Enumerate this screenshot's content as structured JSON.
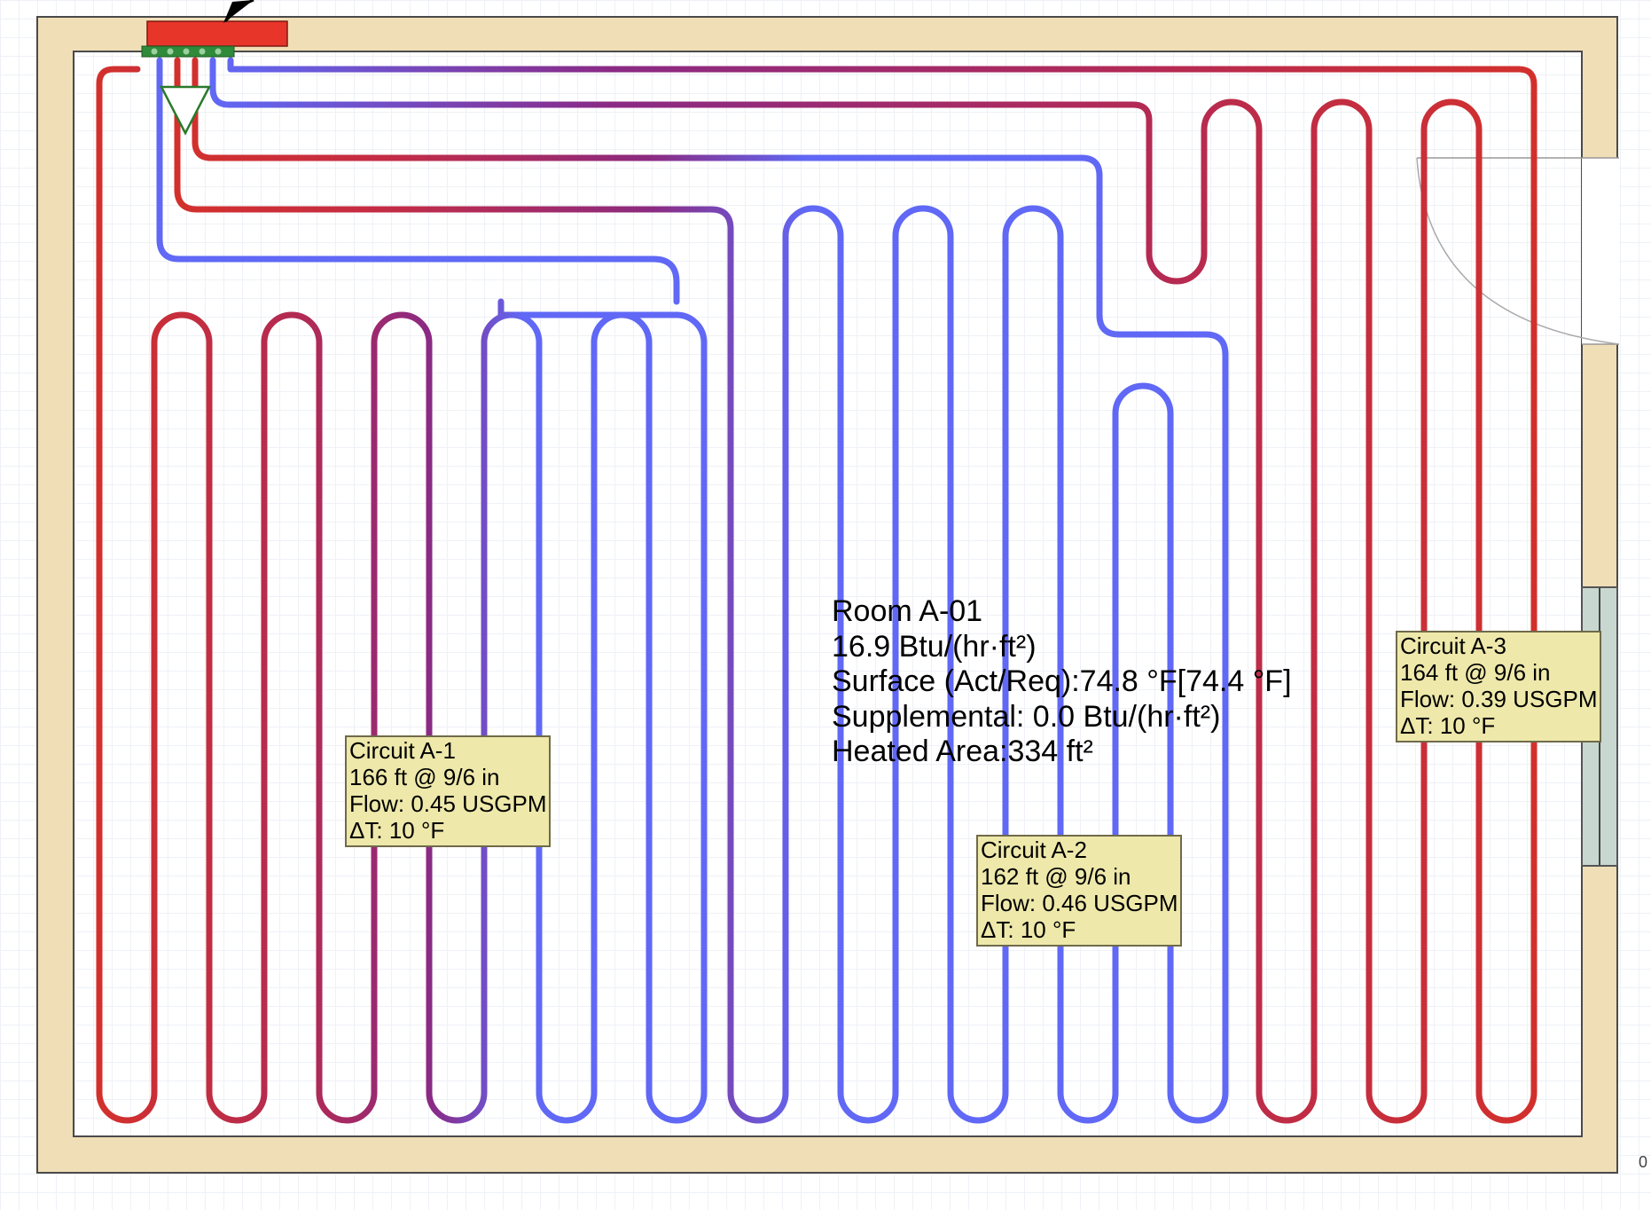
{
  "room": {
    "name": "Room A-01",
    "heat_flux": "16.9 Btu/(hr·ft²)",
    "surface_temp": "Surface (Act/Req):74.8 °F[74.4 °F]",
    "supplemental": "Supplemental: 0.0 Btu/(hr·ft²)",
    "heated_area": "Heated Area:334 ft²"
  },
  "circuits": [
    {
      "name": "Circuit A-1",
      "length": "166 ft @ 9/6 in",
      "flow": "Flow: 0.45 USGPM",
      "delta_t": "ΔT: 10 °F"
    },
    {
      "name": "Circuit A-2",
      "length": "162 ft @ 9/6 in",
      "flow": "Flow: 0.46 USGPM",
      "delta_t": "ΔT: 10 °F"
    },
    {
      "name": "Circuit A-3",
      "length": "164 ft @ 9/6 in",
      "flow": "Flow: 0.39 USGPM",
      "delta_t": "ΔT: 10 °F"
    }
  ],
  "colors": {
    "wall": "#f0deb7",
    "wall_line": "#4a4a4a",
    "supply": "#d3302c",
    "return": "#6068f5",
    "manifold": "#e8352a",
    "label_bg": "#eee8aa",
    "window": "#c8d8d0"
  },
  "corner_text": "0"
}
